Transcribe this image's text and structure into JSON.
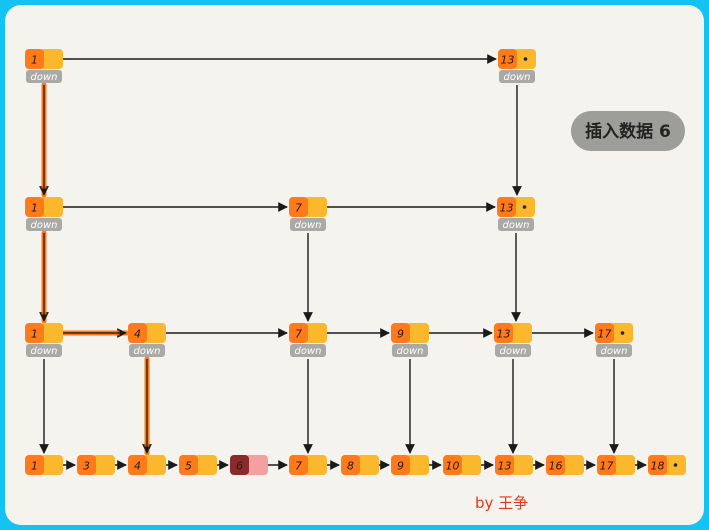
{
  "badge": {
    "text": "插入数据 6"
  },
  "credit": {
    "text": "by 王争"
  },
  "down_label": "down",
  "colors": {
    "frame": "#12c3f3",
    "canvas": "#f4f3ee",
    "node_key": "#ff7a1a",
    "node_ptr": "#fbb82c",
    "inserted_key": "#8b2a2a",
    "inserted_ptr": "#f2a0a0",
    "down_box": "#a9a9a6",
    "arrow": "#1a1a1a",
    "search_path": "#ff6a00",
    "badge": "#9d9d9a"
  },
  "levels": [
    {
      "level": 3,
      "nodes": [
        {
          "value": "1",
          "down": true
        },
        {
          "value": "13",
          "down": true,
          "terminal": true
        }
      ]
    },
    {
      "level": 2,
      "nodes": [
        {
          "value": "1",
          "down": true
        },
        {
          "value": "7",
          "down": true
        },
        {
          "value": "13",
          "down": true,
          "terminal": true
        }
      ]
    },
    {
      "level": 1,
      "nodes": [
        {
          "value": "1",
          "down": true
        },
        {
          "value": "4",
          "down": true
        },
        {
          "value": "7",
          "down": true
        },
        {
          "value": "9",
          "down": true
        },
        {
          "value": "13",
          "down": true
        },
        {
          "value": "17",
          "down": true,
          "terminal": true
        }
      ]
    },
    {
      "level": 0,
      "nodes": [
        {
          "value": "1"
        },
        {
          "value": "3"
        },
        {
          "value": "4"
        },
        {
          "value": "5"
        },
        {
          "value": "6",
          "inserted": true
        },
        {
          "value": "7"
        },
        {
          "value": "8"
        },
        {
          "value": "9"
        },
        {
          "value": "10"
        },
        {
          "value": "13"
        },
        {
          "value": "16"
        },
        {
          "value": "17"
        },
        {
          "value": "18",
          "terminal": true
        }
      ]
    }
  ]
}
